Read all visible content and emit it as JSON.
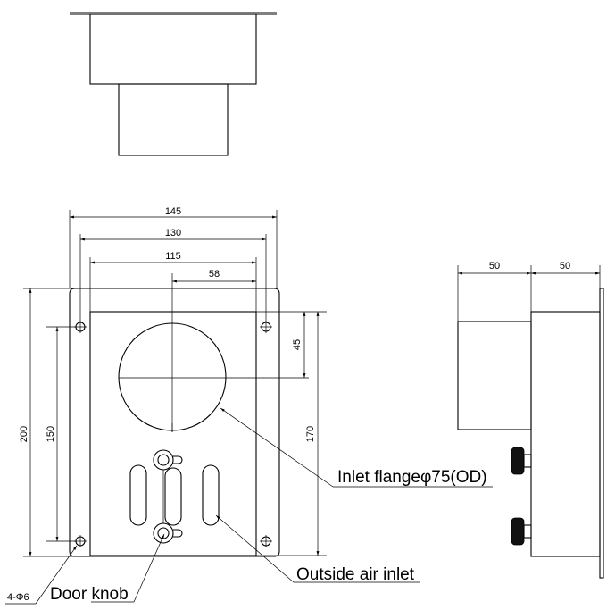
{
  "dimensions": {
    "overall_width": "145",
    "hole_pitch_width": "130",
    "inner_width": "115",
    "center_offset": "58",
    "overall_height": "200",
    "hole_pitch_height": "150",
    "inner_height": "170",
    "center_from_top": "45",
    "side_depth_1": "50",
    "side_depth_2": "50"
  },
  "labels": {
    "inlet_flange": "Inlet flangeφ75(OD)",
    "outside_air_inlet": "Outside air inlet",
    "door_knob": "Door knob",
    "mounting_holes": "4-Φ6"
  }
}
